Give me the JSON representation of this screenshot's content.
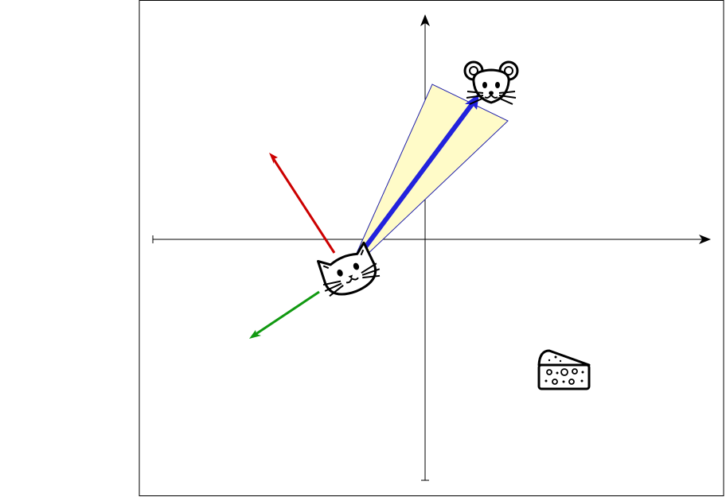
{
  "scene": {
    "characters": [
      {
        "id": "cat",
        "icon": "cat-face-icon"
      },
      {
        "id": "mouse",
        "icon": "mouse-face-icon"
      },
      {
        "id": "cheese",
        "icon": "cheese-wedge-icon"
      }
    ],
    "vectors": [
      {
        "id": "red-arrow",
        "color": "#cc0000"
      },
      {
        "id": "green-arrow",
        "color": "#119911"
      },
      {
        "id": "blue-arrow",
        "color": "#2222dd"
      }
    ],
    "cone": {
      "fill": "#fffbc8",
      "stroke": "#2222aa"
    }
  }
}
